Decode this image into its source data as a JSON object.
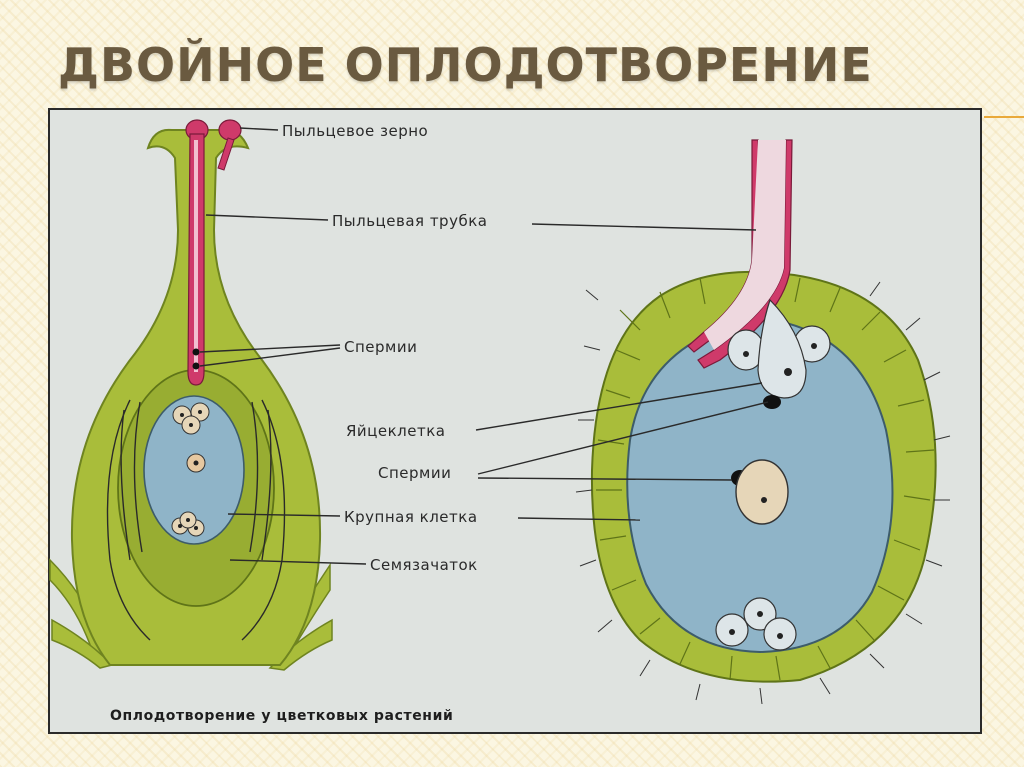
{
  "slide": {
    "title": "ДВОЙНОЕ ОПЛОДОТВОРЕНИЕ"
  },
  "figure": {
    "caption": "Оплодотворение у цветковых растений",
    "labels": {
      "pollen_grain": "Пыльцевое зерно",
      "pollen_tube": "Пыльцевая трубка",
      "sperm_top": "Спермии",
      "egg_cell": "Яйцеклетка",
      "sperm_bottom": "Спермии",
      "central_cell": "Крупная клетка",
      "ovule": "Семязачаток"
    },
    "colors": {
      "tissue_green": "#a9bd3a",
      "tissue_dark": "#8aa02a",
      "embryo_sac_blue": "#8fb4c8",
      "pollen_tube_pink": "#cf3a6a",
      "cell_beige": "#e6d6b8",
      "background": "#dfe3e0"
    }
  }
}
